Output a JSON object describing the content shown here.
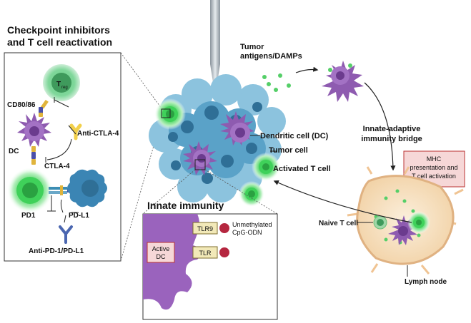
{
  "checkpoint": {
    "title_line1": "Checkpoint inhibitors",
    "title_line2": "and T cell reactivation",
    "treg_label": "T",
    "treg_sub": "reg",
    "cd80_label": "CD80/86",
    "dc_label": "DC",
    "anti_ctla4": "Anti-CTLA-4",
    "ctla4": "CTLA-4",
    "pd1": "PD1",
    "pdl1": "PD-L1",
    "anti_pd1": "Anti-PD-1/PD-L1"
  },
  "tumor": {
    "antigens_line1": "Tumor",
    "antigens_line2": "antigens/DAMPs",
    "dc_label": "Dendritic cell (DC)",
    "tumor_cell_label": "Tumor cell",
    "activated_t_label": "Activated T cell"
  },
  "innate": {
    "title": "Innate immunity",
    "active_dc_line1": "Active",
    "active_dc_line2": "DC",
    "tlr9": "TLR9",
    "tlr": "TLR",
    "cpg_line1": "Unmethylated",
    "cpg_line2": "CpG-ODN"
  },
  "bridge": {
    "title_line1": "Innate-adaptive",
    "title_line2": "immunity bridge",
    "mhc_line1": "MHC",
    "mhc_line2": "presentation and",
    "mhc_line3": "T cell activation",
    "naive_t": "Naive T cell",
    "lymph_node": "Lymph node"
  },
  "colors": {
    "tumor": "#4a90b8",
    "tumor_dark": "#2f6f96",
    "dc": "#8e5bb0",
    "tcell": "#3dc94b",
    "lymph": "#f3d9b1",
    "red_box": "#f6d7d7"
  }
}
